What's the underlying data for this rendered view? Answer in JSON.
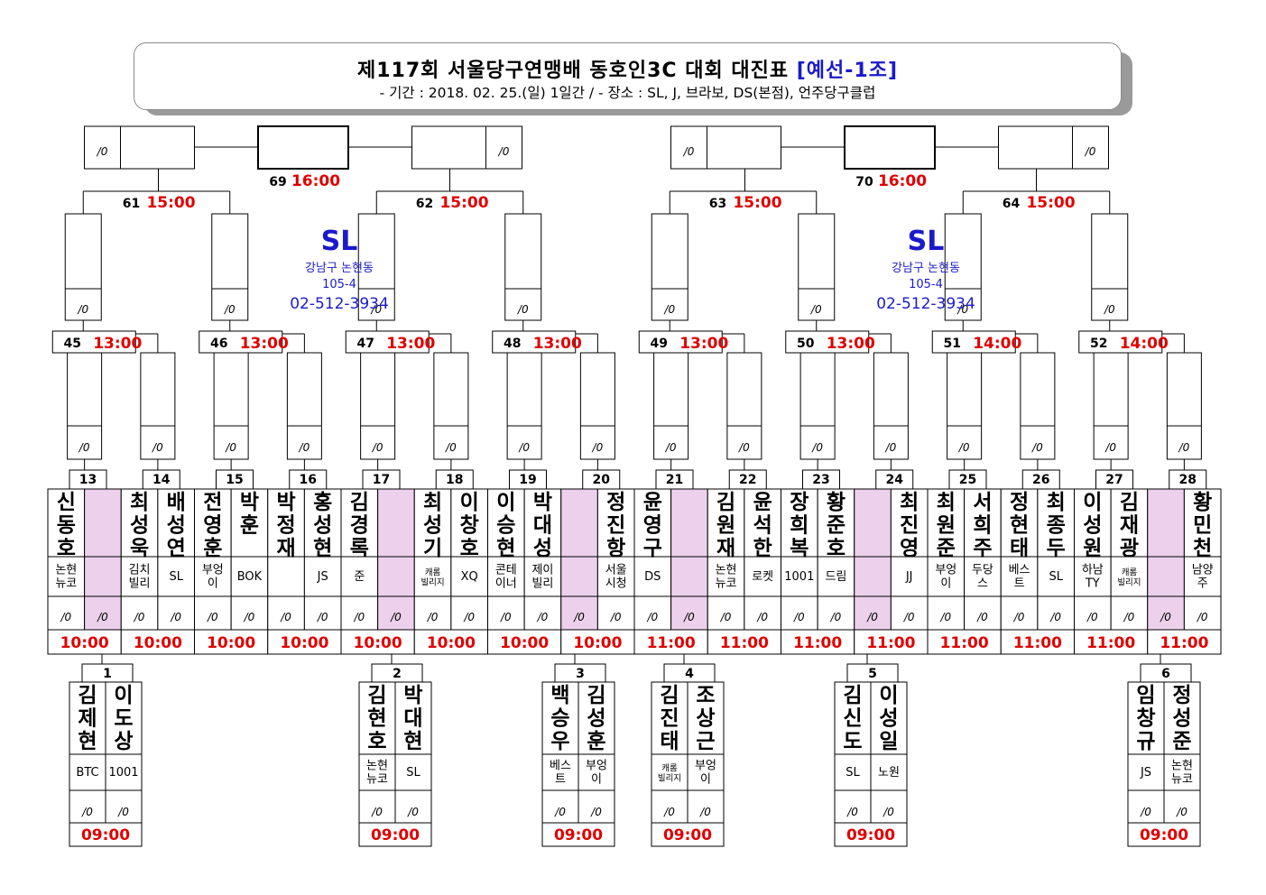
{
  "header": {
    "title": "제117회 서울당구연맹배 동호인3C 대회 대진표",
    "group": "[예선-1조]",
    "subtitle": "- 기간 : 2018. 02. 25.(일) 1일간 / - 장소 : SL, J, 브라보, DS(본점), 언주당구클럽"
  },
  "venue": {
    "name": "SL",
    "address_line1": "강남구 논현동",
    "address_line2": "105-4",
    "phone": "02-512-3934"
  },
  "score_placeholder": "/0",
  "round1": [
    {
      "num": "1",
      "time": "09:00",
      "players": [
        {
          "name": "김제현",
          "club": "BTC"
        },
        {
          "name": "이도상",
          "club": "1001"
        }
      ]
    },
    {
      "num": "2",
      "time": "09:00",
      "players": [
        {
          "name": "김현호",
          "club": "논현뉴코"
        },
        {
          "name": "박대현",
          "club": "SL"
        }
      ]
    },
    {
      "num": "3",
      "time": "09:00",
      "players": [
        {
          "name": "백승우",
          "club": "베스트"
        },
        {
          "name": "김성훈",
          "club": "부엉이"
        }
      ]
    },
    {
      "num": "4",
      "time": "09:00",
      "players": [
        {
          "name": "김진태",
          "club": "캐롬빌리지"
        },
        {
          "name": "조상근",
          "club": "부엉이"
        }
      ]
    },
    {
      "num": "5",
      "time": "09:00",
      "players": [
        {
          "name": "김신도",
          "club": "SL"
        },
        {
          "name": "이성일",
          "club": "노원"
        }
      ]
    },
    {
      "num": "6",
      "time": "09:00",
      "players": [
        {
          "name": "임창규",
          "club": "JS"
        },
        {
          "name": "정성준",
          "club": "논현뉴코"
        }
      ]
    }
  ],
  "round2": [
    {
      "num": "13",
      "time": "10:00",
      "players": [
        {
          "name": "신동호",
          "club": "논현뉴코"
        },
        {
          "name": "",
          "club": ""
        }
      ]
    },
    {
      "num": "14",
      "time": "10:00",
      "players": [
        {
          "name": "최성욱",
          "club": "김치빌리"
        },
        {
          "name": "배성연",
          "club": "SL"
        }
      ]
    },
    {
      "num": "15",
      "time": "10:00",
      "players": [
        {
          "name": "전영훈",
          "club": "부엉이"
        },
        {
          "name": "박훈",
          "club": "BOK"
        }
      ]
    },
    {
      "num": "16",
      "time": "10:00",
      "players": [
        {
          "name": "박정재",
          "club": ""
        },
        {
          "name": "홍성현",
          "club": "JS"
        }
      ]
    },
    {
      "num": "17",
      "time": "10:00",
      "players": [
        {
          "name": "김경록",
          "club": "준"
        },
        {
          "name": "",
          "club": ""
        }
      ]
    },
    {
      "num": "18",
      "time": "10:00",
      "players": [
        {
          "name": "최성기",
          "club": "캐롬빌리지"
        },
        {
          "name": "이창호",
          "club": "XQ"
        }
      ]
    },
    {
      "num": "19",
      "time": "10:00",
      "players": [
        {
          "name": "이승현",
          "club": "콘테이너"
        },
        {
          "name": "박대성",
          "club": "제이빌리"
        }
      ]
    },
    {
      "num": "20",
      "time": "10:00",
      "players": [
        {
          "name": "",
          "club": ""
        },
        {
          "name": "정진항",
          "club": "서울시청"
        }
      ]
    },
    {
      "num": "21",
      "time": "11:00",
      "players": [
        {
          "name": "윤영구",
          "club": "DS"
        },
        {
          "name": "",
          "club": ""
        }
      ]
    },
    {
      "num": "22",
      "time": "11:00",
      "players": [
        {
          "name": "김원재",
          "club": "논현뉴코"
        },
        {
          "name": "윤석한",
          "club": "로켓"
        }
      ]
    },
    {
      "num": "23",
      "time": "11:00",
      "players": [
        {
          "name": "장희복",
          "club": "1001"
        },
        {
          "name": "황준호",
          "club": "드림"
        }
      ]
    },
    {
      "num": "24",
      "time": "11:00",
      "players": [
        {
          "name": "",
          "club": ""
        },
        {
          "name": "최진영",
          "club": "JJ"
        }
      ]
    },
    {
      "num": "25",
      "time": "11:00",
      "players": [
        {
          "name": "최원준",
          "club": "부엉이"
        },
        {
          "name": "서희주",
          "club": "두당스"
        }
      ]
    },
    {
      "num": "26",
      "time": "11:00",
      "players": [
        {
          "name": "정현태",
          "club": "베스트"
        },
        {
          "name": "최종두",
          "club": "SL"
        }
      ]
    },
    {
      "num": "27",
      "time": "11:00",
      "players": [
        {
          "name": "이성원",
          "club": "하남TY"
        },
        {
          "name": "김재광",
          "club": "캐롬빌리지"
        }
      ]
    },
    {
      "num": "28",
      "time": "11:00",
      "players": [
        {
          "name": "",
          "club": ""
        },
        {
          "name": "황민천",
          "club": "남양주"
        }
      ]
    }
  ],
  "round3": [
    {
      "num": "45",
      "time": "13:00"
    },
    {
      "num": "46",
      "time": "13:00"
    },
    {
      "num": "47",
      "time": "13:00"
    },
    {
      "num": "48",
      "time": "13:00"
    },
    {
      "num": "49",
      "time": "13:00"
    },
    {
      "num": "50",
      "time": "13:00"
    },
    {
      "num": "51",
      "time": "14:00"
    },
    {
      "num": "52",
      "time": "14:00"
    }
  ],
  "round4": [
    {
      "num": "61",
      "time": "15:00"
    },
    {
      "num": "62",
      "time": "15:00"
    },
    {
      "num": "63",
      "time": "15:00"
    },
    {
      "num": "64",
      "time": "15:00"
    }
  ],
  "final": [
    {
      "num": "69",
      "time": "16:00"
    },
    {
      "num": "70",
      "time": "16:00"
    }
  ]
}
